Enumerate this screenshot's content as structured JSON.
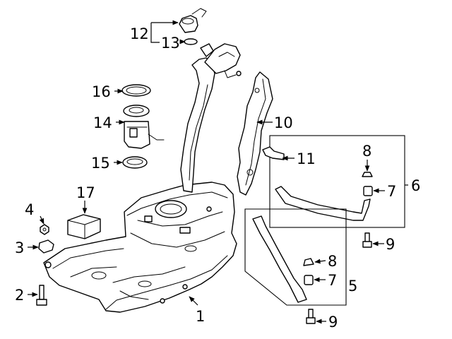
{
  "callouts": {
    "c1": "1",
    "c2": "2",
    "c3": "3",
    "c4": "4",
    "c5": "5",
    "c6": "6",
    "c7a": "7",
    "c7b": "7",
    "c8a": "8",
    "c8b": "8",
    "c9a": "9",
    "c9b": "9",
    "c10": "10",
    "c11": "11",
    "c12": "12",
    "c13": "13",
    "c14": "14",
    "c15": "15",
    "c16": "16",
    "c17": "17"
  },
  "colors": {
    "line": "#000000",
    "background": "#ffffff"
  }
}
